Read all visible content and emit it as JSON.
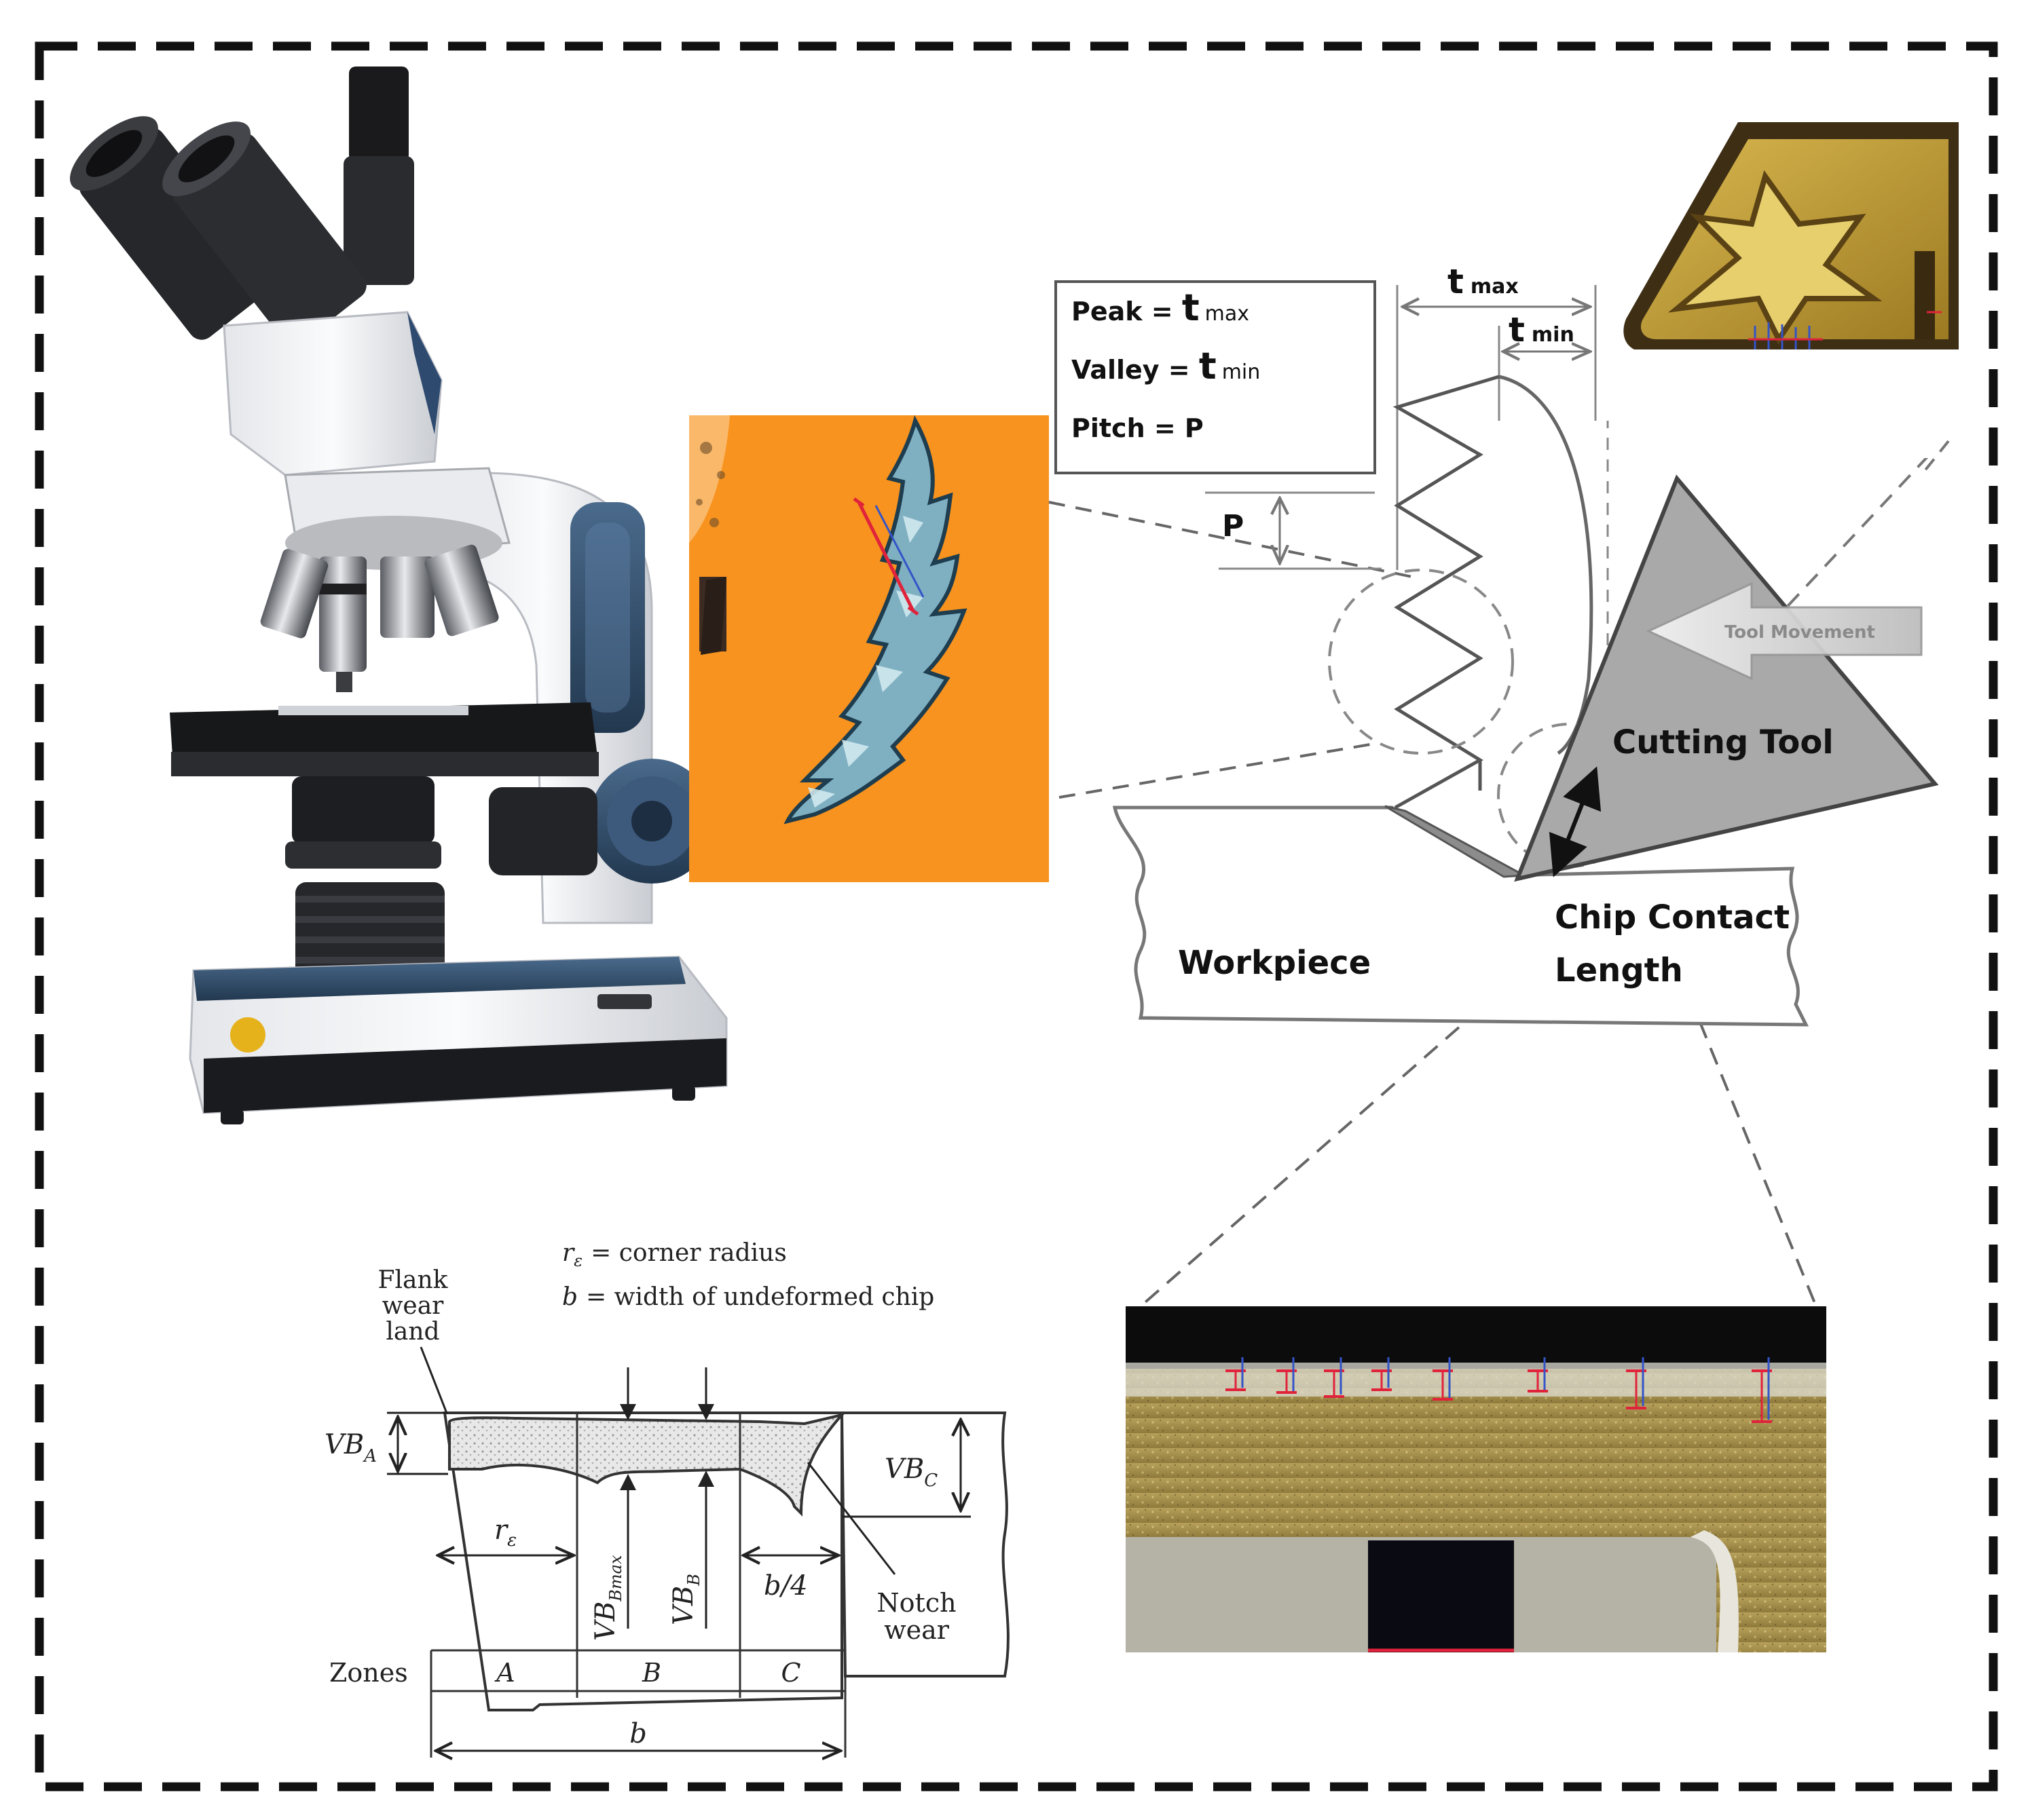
{
  "chip_diagram": {
    "legend": {
      "peak": {
        "label": "Peak = ",
        "symbol": "t",
        "sub": "max"
      },
      "valley": {
        "label": "Valley = ",
        "symbol": "t",
        "sub": "min"
      },
      "pitch": "Pitch = P"
    },
    "t_max": {
      "symbol": "t",
      "sub": "max"
    },
    "t_min": {
      "symbol": "t",
      "sub": "min"
    },
    "pitch_symbol": "P",
    "tool_movement": "Tool Movement",
    "cutting_tool": "Cutting Tool",
    "workpiece": "Workpiece",
    "chip_contact_line1": "Chip Contact",
    "chip_contact_line2": "Length"
  },
  "wear_diagram": {
    "corner_radius_def": "= corner radius",
    "corner_radius_sym": "r",
    "corner_radius_sub": "ε",
    "width_def": "= width of undeformed chip",
    "width_sym": "b",
    "flank_line1": "Flank",
    "flank_line2": "wear",
    "flank_line3": "land",
    "vba": "VB",
    "vba_sub": "A",
    "vbc": "VB",
    "vbc_sub": "C",
    "vbbmax": "VB",
    "vbbmax_sub": "Bmax",
    "vbb": "VB",
    "vbb_sub": "B",
    "r_eps": "r",
    "r_eps_sub": "ε",
    "b_quarter": "b/4",
    "notch_line1": "Notch",
    "notch_line2": "wear",
    "zones": "Zones",
    "zone_a": "A",
    "zone_b": "B",
    "zone_c": "C",
    "b_label": "b"
  },
  "colors": {
    "frame": "#111111",
    "chip_orange": "#f7931e",
    "tool_gray": "#a9a9a9",
    "insert_gold": "#c9a436",
    "micro_surface": "#a8924a"
  }
}
